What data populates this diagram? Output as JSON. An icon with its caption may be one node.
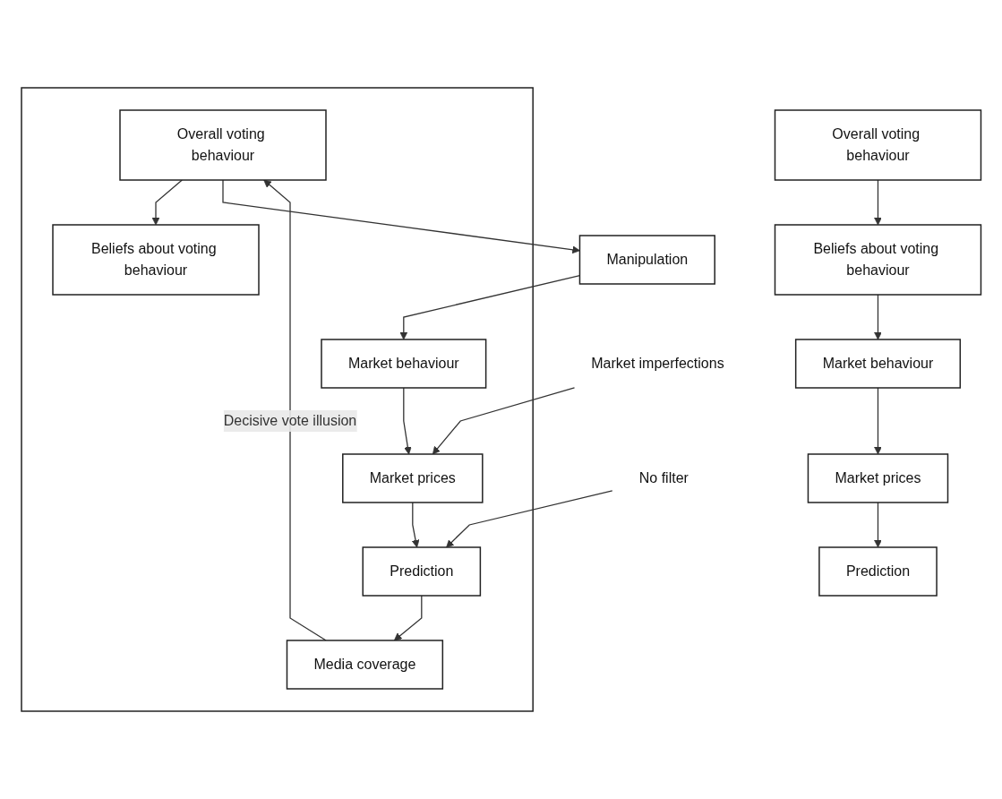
{
  "diagram": {
    "nodes": [
      {
        "text": [
          "Overall voting behaviour"
        ]
      },
      {
        "text": [
          "Beliefs about voting behaviour"
        ]
      },
      {
        "text": [
          "Market behaviour"
        ]
      },
      {
        "text": [
          "Market prices"
        ]
      },
      {
        "text": [
          "Prediction"
        ]
      },
      {
        "text": [],
        "shape": "box"
      },
      {
        "text": [
          "Overall voting behaviour"
        ],
        "in": 5
      },
      {
        "text": [
          "Beliefs about voting behaviour"
        ],
        "in": 5
      },
      {
        "text": [
          "Manipulation"
        ]
      },
      {
        "text": [
          "Market behaviour"
        ],
        "in": 5
      },
      {
        "text": [
          "Market imperfections"
        ]
      },
      {
        "text": [
          "Market prices"
        ],
        "in": 5
      },
      {
        "text": [
          "No filter"
        ]
      },
      {
        "text": [
          "Prediction"
        ],
        "in": 5
      },
      {
        "text": [
          "Media coverage"
        ],
        "in": 5
      }
    ],
    "edges": [
      {
        "from": 0,
        "to": 1,
        "arrow": "to"
      },
      {
        "from": 1,
        "to": 2,
        "arrow": "to"
      },
      {
        "from": 2,
        "to": 3,
        "arrow": "to"
      },
      {
        "from": 3,
        "to": 4,
        "arrow": "to"
      },
      {
        "from": 6,
        "to": 7,
        "arrow": "to"
      },
      {
        "from": 6,
        "to": 8,
        "arrow": "to"
      },
      {
        "from": 8,
        "to": 9,
        "arrow": "to"
      },
      {
        "from": 9,
        "to": 11,
        "arrow": "to"
      },
      {
        "from": 10,
        "to": 11,
        "arrow": "to"
      },
      {
        "from": 11,
        "to": 13,
        "arrow": "to"
      },
      {
        "from": 12,
        "to": 13,
        "arrow": "to"
      },
      {
        "from": 13,
        "to": 14,
        "arrow": "to"
      },
      {
        "from": 14,
        "to": 6,
        "label": "Decisive vote illusion",
        "arrow": "to"
      }
    ]
  }
}
